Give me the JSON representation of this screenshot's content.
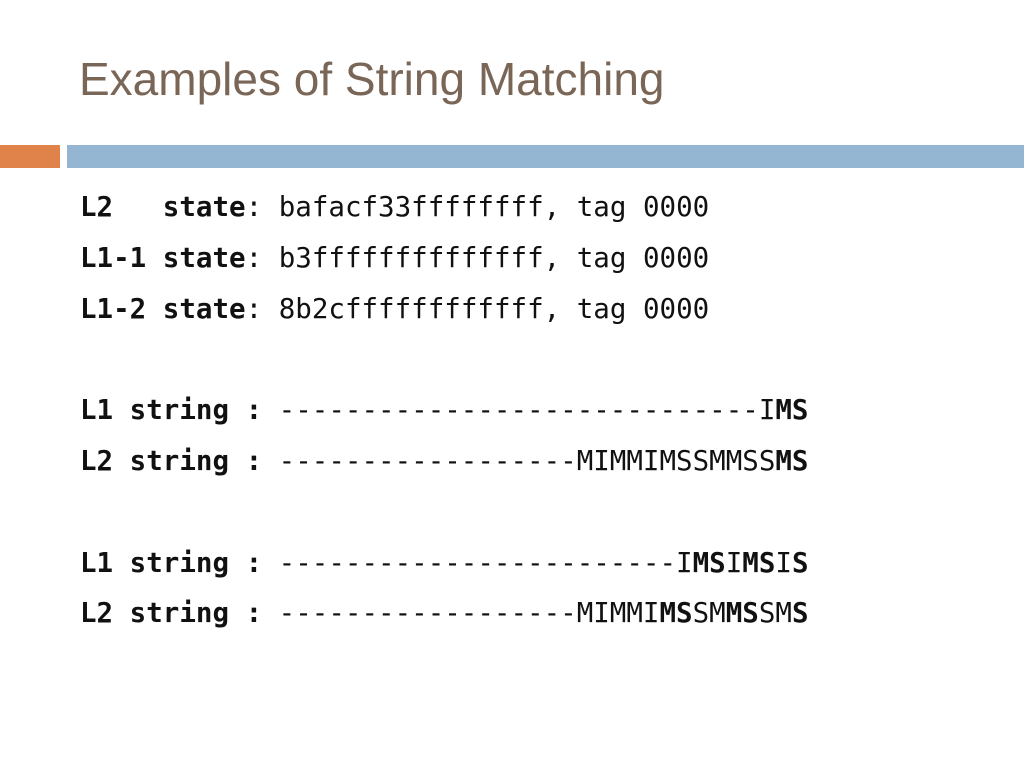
{
  "slide": {
    "title": "Examples of String Matching"
  },
  "states": [
    {
      "label": "L2  ",
      "word": "state",
      "sep": ": ",
      "value": "bafacf33ffffffff, tag 0000"
    },
    {
      "label": "L1-1",
      "word": "state",
      "sep": ": ",
      "value": "b3ffffffffffffff, tag 0000"
    },
    {
      "label": "L1-2",
      "word": "state",
      "sep": ": ",
      "value": "8b2cffffffffffff, tag 0000"
    }
  ],
  "example1": {
    "l1": {
      "label": "L1 string :",
      "parts": [
        {
          "text": " -----------------------------I",
          "bold": false
        },
        {
          "text": "MS",
          "bold": true
        }
      ]
    },
    "l2": {
      "label": "L2 string :",
      "parts": [
        {
          "text": " ------------------MIMMIMSSMMSS",
          "bold": false
        },
        {
          "text": "MS",
          "bold": true
        }
      ]
    }
  },
  "example2": {
    "l1": {
      "label": "L1 string :",
      "parts": [
        {
          "text": " ------------------------I",
          "bold": false
        },
        {
          "text": "MS",
          "bold": true
        },
        {
          "text": "I",
          "bold": false
        },
        {
          "text": "MS",
          "bold": true
        },
        {
          "text": "I",
          "bold": false
        },
        {
          "text": "S",
          "bold": true
        }
      ]
    },
    "l2": {
      "label": "L2 string :",
      "parts": [
        {
          "text": " ------------------MIMMI",
          "bold": false
        },
        {
          "text": "MS",
          "bold": true
        },
        {
          "text": "SM",
          "bold": false
        },
        {
          "text": "MS",
          "bold": true
        },
        {
          "text": "SM",
          "bold": false
        },
        {
          "text": "S",
          "bold": true
        }
      ]
    }
  },
  "colors": {
    "title": "#7a6656",
    "accent_orange": "#e0834a",
    "accent_blue": "#95b6d3",
    "text": "#111111"
  }
}
